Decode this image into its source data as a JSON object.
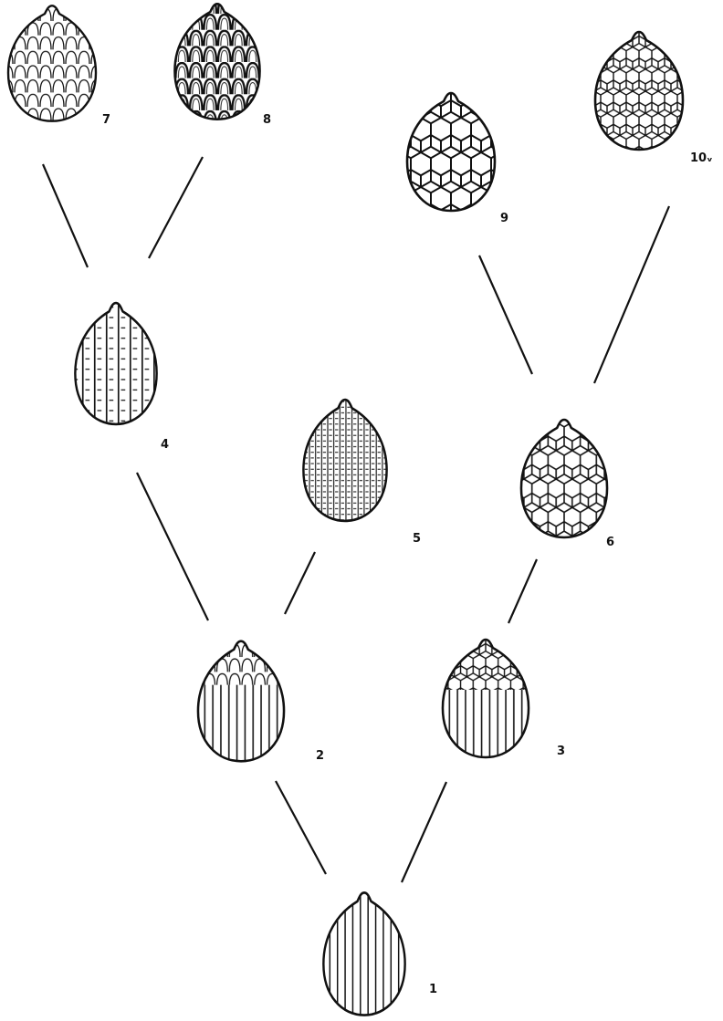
{
  "figure": {
    "specimens": [
      {
        "label": "1",
        "pattern": "ribs"
      },
      {
        "label": "2",
        "pattern": "ribs-with-upper-scales"
      },
      {
        "label": "3",
        "pattern": "ribs-with-upper-net"
      },
      {
        "label": "4",
        "pattern": "ribbed-cross-dashes"
      },
      {
        "label": "5",
        "pattern": "fine-grid"
      },
      {
        "label": "6",
        "pattern": "hexagon-net"
      },
      {
        "label": "7",
        "pattern": "imbricate-scales"
      },
      {
        "label": "8",
        "pattern": "imbricate-scales-bold"
      },
      {
        "label": "9",
        "pattern": "hexagon-net-large"
      },
      {
        "label": "10ᵥ",
        "pattern": "hexagon-net-fine"
      }
    ]
  }
}
